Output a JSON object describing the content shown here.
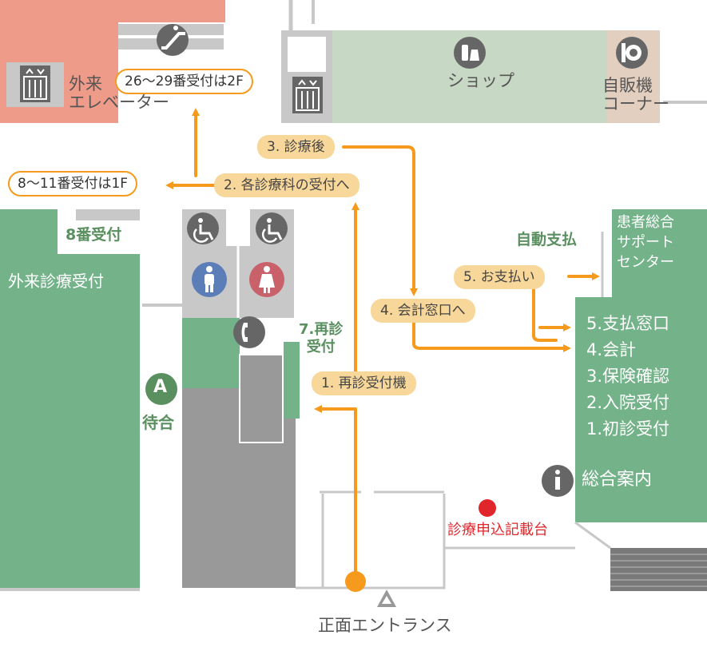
{
  "labels": {
    "outpatient_elevator_line1": "外来",
    "outpatient_elevator_line2": "エレベーター",
    "shop": "ショップ",
    "vending_line1": "自販機",
    "vending_line2": "コーナー",
    "reception_8": "8番受付",
    "outpatient_reception": "外来診療受付",
    "reexam_line1": "7.再診",
    "reexam_line2": "受付",
    "waiting_letter": "A",
    "waiting": "待合",
    "auto_payment": "自動支払",
    "patient_support_line1": "患者総合",
    "patient_support_line2": "サポート",
    "patient_support_line3": "センター",
    "info_desk": "総合案内",
    "form_table": "診療申込記載台",
    "entrance": "正面エントランス"
  },
  "floor_notes": {
    "upper": "26〜29番受付は2F",
    "lower": "8〜11番受付は1F"
  },
  "steps": {
    "s1": "1. 再診受付機",
    "s2": "2. 各診療科の受付へ",
    "s3": "3. 診療後",
    "s4": "4. 会計窓口へ",
    "s5": "5. お支払い"
  },
  "counters": [
    "5.支払窓口",
    "4.会計",
    "3.保険確認",
    "2.入院受付",
    "1.初診受付"
  ],
  "colors": {
    "room_green": "#74b38a",
    "light_green": "#c7d8c4",
    "gray": "#999999",
    "light_gray": "#c8c8c8",
    "route_orange": "#f59a1c",
    "pill_fill": "#f8d79a",
    "salmon": "#ee9b8a",
    "vending_tan": "#e2cfc0",
    "red_dot": "#e0262b"
  }
}
